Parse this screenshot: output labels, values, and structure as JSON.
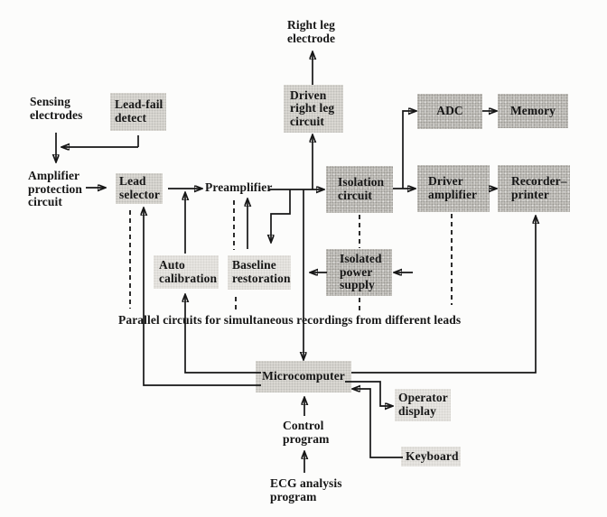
{
  "nodes": {
    "right_leg_electrode": "Right leg\nelectrode",
    "driven_right_leg_circuit": "Driven\nright leg\ncircuit",
    "sensing_electrodes": "Sensing\nelectrodes",
    "lead_fail_detect": "Lead-fail\ndetect",
    "amplifier_protection_circuit": "Amplifier\nprotection\ncircuit",
    "lead_selector": "Lead\nselector",
    "preamplifier": "Preamplifier",
    "isolation_circuit": "Isolation\ncircuit",
    "adc": "ADC",
    "memory": "Memory",
    "driver_amplifier": "Driver\namplifier",
    "recorder_printer": "Recorder–\nprinter",
    "auto_calibration": "Auto\ncalibration",
    "baseline_restoration": "Baseline\nrestoration",
    "isolated_power_supply": "Isolated\npower\nsupply",
    "microcomputer": "Microcomputer",
    "operator_display": "Operator\ndisplay",
    "keyboard": "Keyboard",
    "control_program": "Control\nprogram",
    "ecg_analysis_program": "ECG analysis\nprogram"
  },
  "caption": "Parallel circuits for simultaneous recordings from different leads",
  "colors": {
    "background": "#fcfcfb",
    "line": "#161616",
    "text": "#161616",
    "box_strong": "#c8c6c1",
    "box_light": "#dcdad5",
    "box_faint": "#e9e7e3"
  },
  "edges": [
    {
      "from": "sensing_electrodes",
      "to": "amplifier_protection_circuit",
      "style": "solid"
    },
    {
      "from": "lead_fail_detect",
      "to": "amplifier_protection_circuit",
      "style": "solid"
    },
    {
      "from": "amplifier_protection_circuit",
      "to": "lead_selector",
      "style": "solid"
    },
    {
      "from": "lead_selector",
      "to": "preamplifier",
      "style": "solid"
    },
    {
      "from": "auto_calibration",
      "to": "lead_selector_preamplifier_line",
      "style": "solid"
    },
    {
      "from": "microcomputer",
      "to": "auto_calibration",
      "style": "solid"
    },
    {
      "from": "microcomputer",
      "to": "lead_selector",
      "style": "solid"
    },
    {
      "from": "preamplifier",
      "to": "isolation_circuit",
      "style": "solid"
    },
    {
      "from": "preamplifier_output_line",
      "to": "baseline_restoration",
      "style": "solid"
    },
    {
      "from": "baseline_restoration",
      "to": "preamplifier",
      "style": "solid"
    },
    {
      "from": "preamplifier_output_line",
      "to": "driven_right_leg_circuit",
      "style": "solid"
    },
    {
      "from": "driven_right_leg_circuit",
      "to": "right_leg_electrode",
      "style": "solid"
    },
    {
      "from": "preamplifier_output_line",
      "to": "microcomputer",
      "style": "solid"
    },
    {
      "from": "isolation_circuit",
      "to": "driver_amplifier",
      "style": "solid"
    },
    {
      "from": "isolation_circuit",
      "to": "adc",
      "style": "solid"
    },
    {
      "from": "adc",
      "to": "memory",
      "style": "solid"
    },
    {
      "from": "driver_amplifier",
      "to": "recorder_printer",
      "style": "solid"
    },
    {
      "from": "isolated_power_supply",
      "to": "isolated_side",
      "style": "solid"
    },
    {
      "from": "power_input",
      "to": "isolated_power_supply",
      "style": "solid"
    },
    {
      "from": "microcomputer",
      "to": "recorder_printer",
      "style": "solid"
    },
    {
      "from": "microcomputer",
      "to": "operator_display",
      "style": "solid"
    },
    {
      "from": "keyboard",
      "to": "microcomputer",
      "style": "solid"
    },
    {
      "from": "control_program",
      "to": "microcomputer",
      "style": "solid"
    },
    {
      "from": "ecg_analysis_program",
      "to": "control_program",
      "style": "solid"
    },
    {
      "from": "lead_selector",
      "to": "parallel_channels",
      "style": "dashed"
    },
    {
      "from": "preamplifier",
      "to": "parallel_channels",
      "style": "dashed"
    },
    {
      "from": "baseline_restoration",
      "to": "parallel_channels",
      "style": "dashed"
    },
    {
      "from": "isolation_circuit",
      "to": "isolated_power_supply",
      "style": "dashed"
    },
    {
      "from": "isolated_power_supply",
      "to": "parallel_channels",
      "style": "dashed"
    },
    {
      "from": "driver_amplifier",
      "to": "parallel_channels",
      "style": "dashed"
    }
  ]
}
